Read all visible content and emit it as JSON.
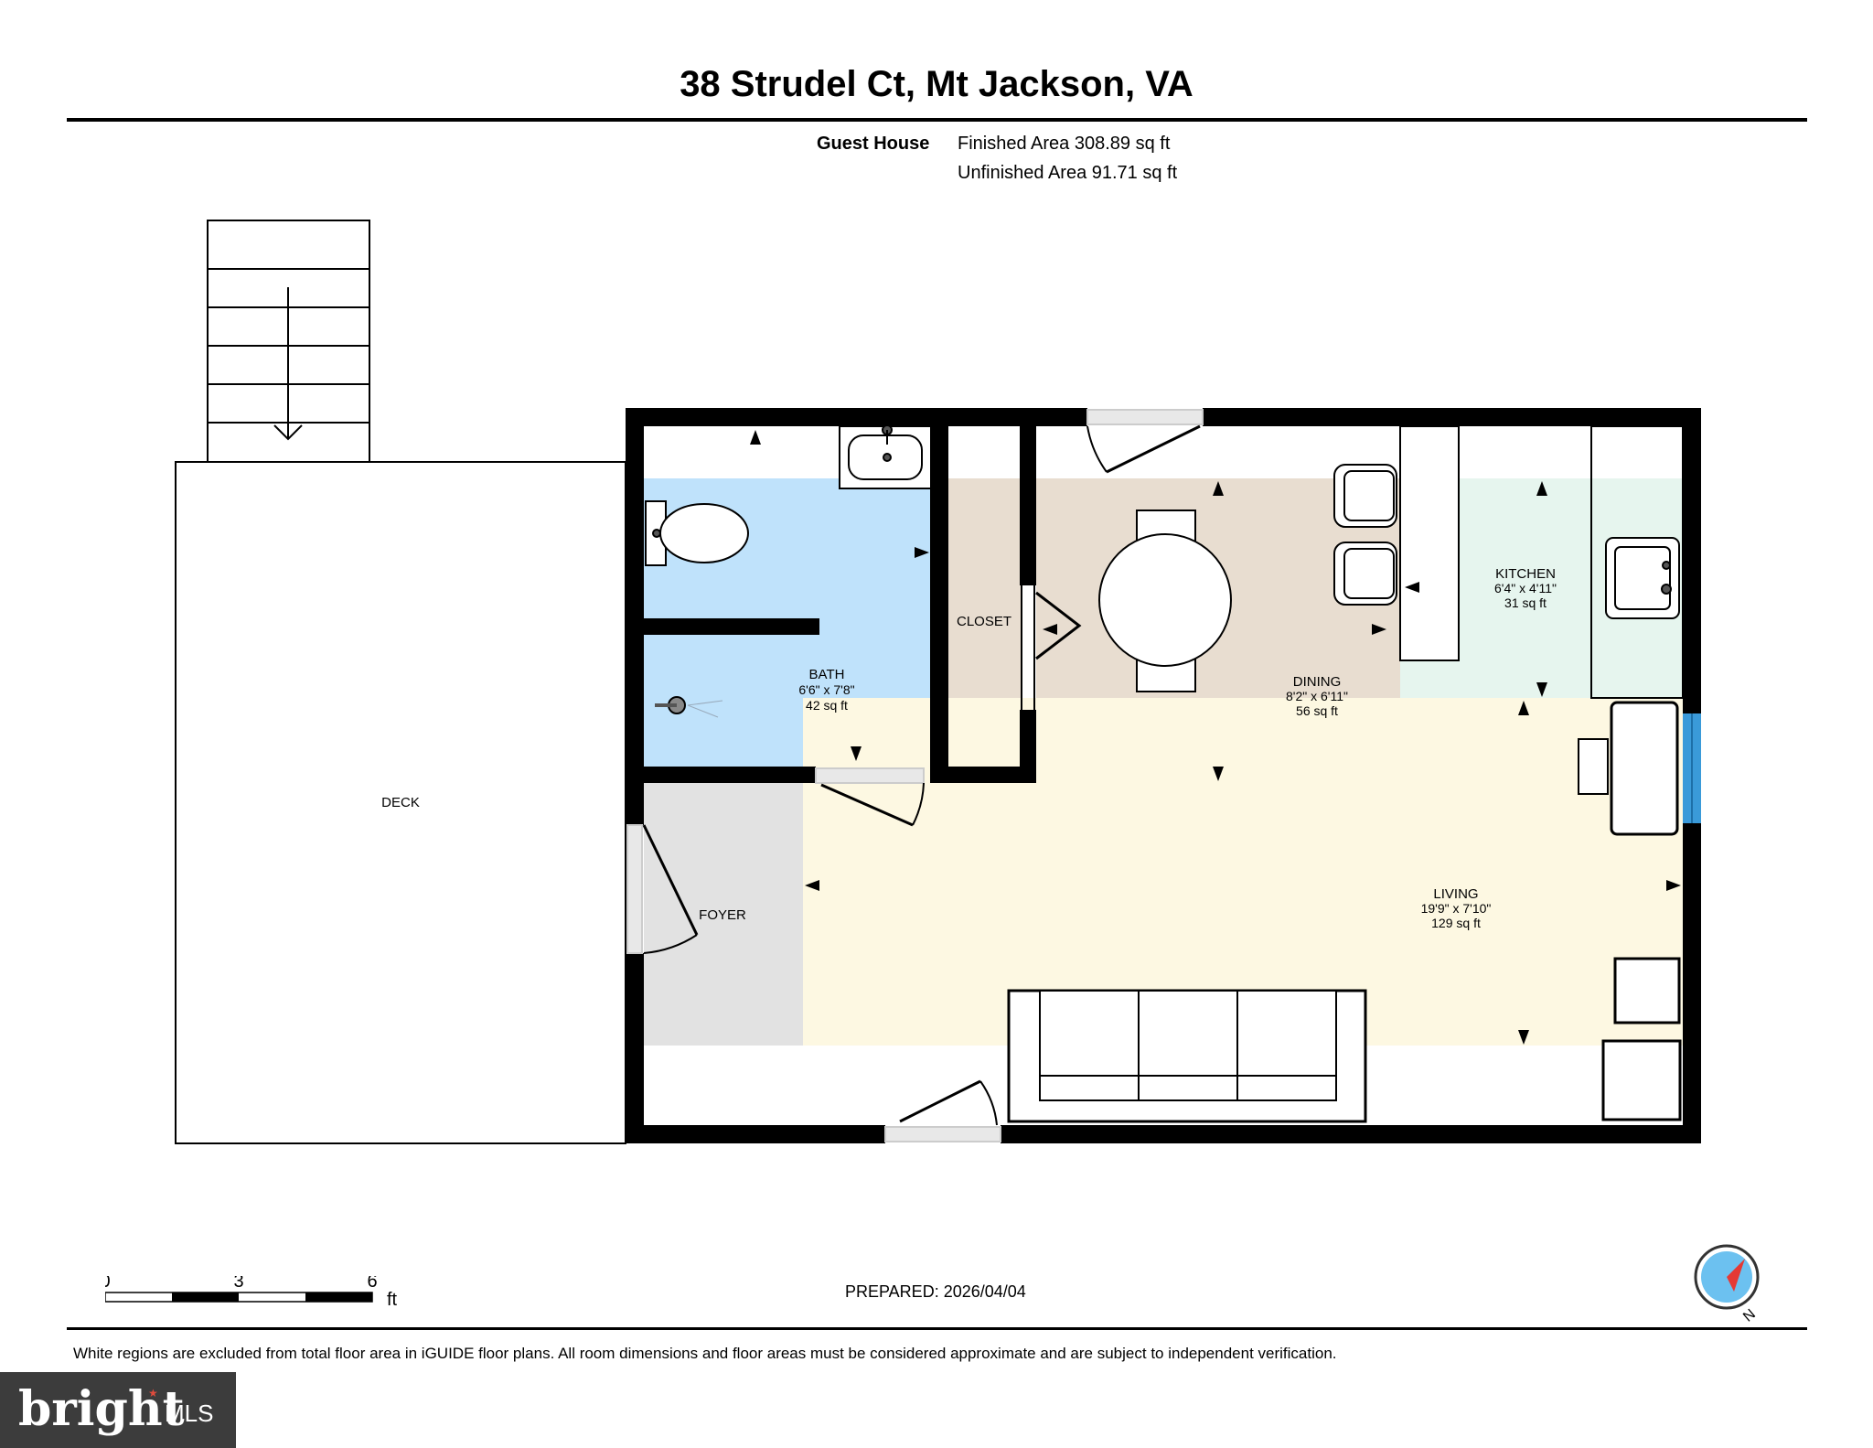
{
  "header": {
    "title": "38 Strudel Ct, Mt Jackson, VA",
    "building_name": "Guest House",
    "finished_area": "Finished Area 308.89 sq ft",
    "unfinished_area": "Unfinished Area 91.71 sq ft"
  },
  "rooms": {
    "deck": {
      "name": "DECK"
    },
    "bath": {
      "name": "BATH",
      "dims": "6'6\" x 7'8\"",
      "area": "42 sq ft",
      "color": "#bfe2fb"
    },
    "closet": {
      "name": "CLOSET",
      "color": "#e8ddd0"
    },
    "dining": {
      "name": "DINING",
      "dims": "8'2\" x 6'11\"",
      "area": "56 sq ft",
      "color": "#e8ddd0"
    },
    "kitchen": {
      "name": "KITCHEN",
      "dims": "6'4\" x 4'11\"",
      "area": "31 sq ft",
      "color": "#e6f5ee"
    },
    "living": {
      "name": "LIVING",
      "dims": "19'9\" x 7'10\"",
      "area": "129 sq ft",
      "color": "#fdf8e2"
    },
    "foyer": {
      "name": "FOYER",
      "color": "#e2e2e2"
    }
  },
  "scale": {
    "labels": [
      "0",
      "3",
      "6"
    ],
    "unit": "ft"
  },
  "prepared": "PREPARED: 2026/04/04",
  "disclaimer": "White regions are excluded from total floor area in iGUIDE floor plans. All room dimensions and floor areas must be considered approximate and are subject to independent verification.",
  "logo": {
    "word": "bright",
    "suffix": "MLS"
  },
  "compass": {
    "label": "N"
  },
  "colors": {
    "wall": "#000000",
    "window": "#3a9ad9",
    "compass_red": "#e53935",
    "compass_blue": "#6cc1f0"
  }
}
